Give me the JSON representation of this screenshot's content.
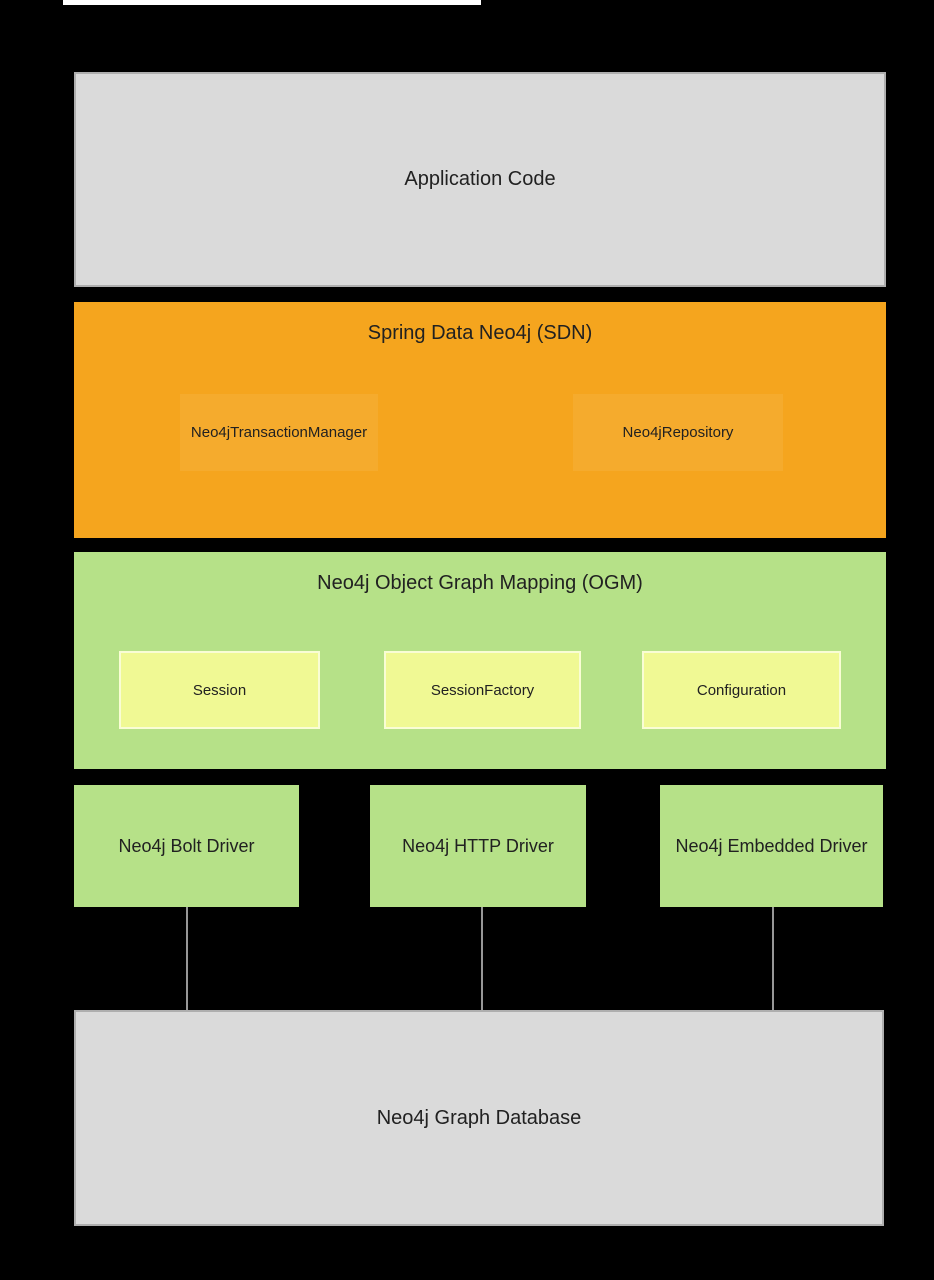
{
  "diagram": {
    "background_color": "#000000",
    "accent_colors": {
      "gray_box": "#dadada",
      "orange_layer": "#f5a51e",
      "green_layer": "#b6e188",
      "yellow_component": "#f0f994",
      "connector_line": "#979797"
    },
    "application": {
      "label": "Application Code"
    },
    "sdn": {
      "title": "Spring Data Neo4j (SDN)",
      "components": [
        {
          "label": "Neo4jTransactionManager"
        },
        {
          "label": "Neo4jRepository"
        }
      ]
    },
    "ogm": {
      "title": "Neo4j Object Graph Mapping (OGM)",
      "components": [
        {
          "label": "Session"
        },
        {
          "label": "SessionFactory"
        },
        {
          "label": "Configuration"
        }
      ]
    },
    "drivers": [
      {
        "label": "Neo4j Bolt Driver"
      },
      {
        "label": "Neo4j HTTP Driver"
      },
      {
        "label": "Neo4j Embedded Driver"
      }
    ],
    "database": {
      "label": "Neo4j Graph Database"
    }
  }
}
